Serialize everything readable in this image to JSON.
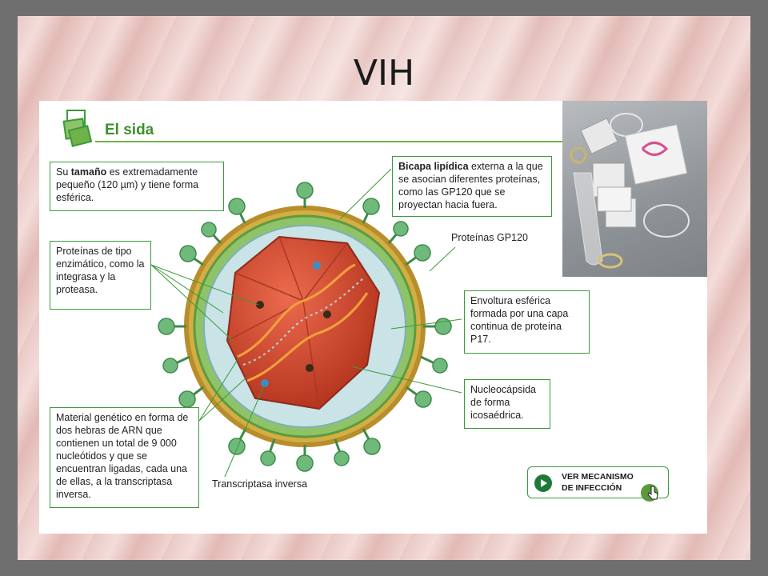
{
  "slide": {
    "title": "VIH"
  },
  "panel": {
    "heading": "El sida",
    "labels": {
      "tamano_pre": "Su ",
      "tamano_bold": "tamaño",
      "tamano_post": " es extremadamente pequeño (120 µm) y tiene forma esférica.",
      "bicapa_bold": "Bicapa lipídica",
      "bicapa_post": " externa a la que se asocian diferentes proteínas, como las GP120 que se proyectan hacia fuera.",
      "proteinas_gp120": "Proteínas GP120",
      "enzimatico": "Proteínas de tipo enzimático, como la integrasa y la proteasa.",
      "envoltura": "Envoltura esférica formada por una capa continua de proteína P17.",
      "nucleocapsida": "Nucleocápsida de forma icosaédrica.",
      "material": "Material genético en forma de dos hebras de ARN que contienen un total de 9 000 nucleótidos y que se encuentran ligadas, cada una de ellas, a la transcriptasa inversa.",
      "transcriptasa": "Transcriptasa inversa"
    },
    "button": {
      "line1": "VER MECANISMO",
      "line2": "DE INFECCIÓN"
    }
  },
  "colors": {
    "accent_green": "#3b9a3b",
    "capsid_red": "#d2452c",
    "envelope_gold": "#c9a33a",
    "membrane_green": "#8fc36a"
  },
  "icons": {
    "heading": "stacked-squares-icon",
    "button": "play-icon",
    "cursor": "hand-pointer-icon"
  }
}
